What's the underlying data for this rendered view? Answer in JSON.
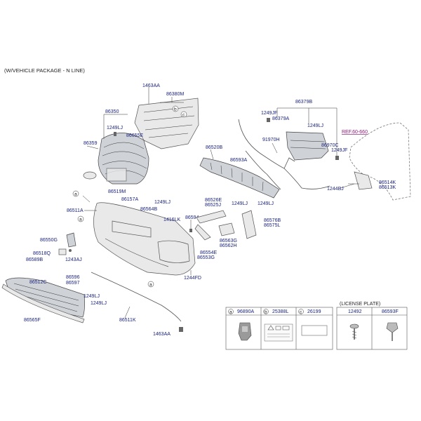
{
  "caption": "(W/VEHICLE PACKAGE - N LINE)",
  "labels": {
    "p1463AA_top": "1463AA",
    "p86380M": "86380M",
    "p86350": "86350",
    "p1249LJ_a": "1249LJ",
    "p86655E": "86655E",
    "p86359": "86359",
    "p86519M": "86519M",
    "p86157A": "86157A",
    "p86511A": "86511A",
    "p86564B": "86564B",
    "p1249LJ_b": "1249LJ",
    "p1416LK": "1416LK",
    "p86550G": "86550G",
    "p86518Q": "86518Q",
    "p86589B": "86589B",
    "p1243AJ": "1243AJ",
    "p86512C": "86512C",
    "p86596": "86596",
    "p86597": "86597",
    "p1249LJ_c": "1249LJ",
    "p1249LJ_d": "1249LJ",
    "p86565F": "86565F",
    "p86511K": "86511K",
    "p1463AA_bot": "1463AA",
    "p86594": "86594",
    "p1244FD": "1244FD",
    "p86526E": "86526E",
    "p86525J": "86525J",
    "p1249LJ_e": "1249LJ",
    "p1249LJ_f": "1249LJ",
    "p86576B": "86576B",
    "p86575L": "86575L",
    "p86563G": "86563G",
    "p86562H": "86562H",
    "p86554E": "86554E",
    "p86553G": "86553G",
    "p86520B": "86520B",
    "p86593A": "86593A",
    "p91970H": "91970H",
    "p1249JF_a": "1249JF",
    "p86379A": "86379A",
    "p86379B": "86379B",
    "p1249LJ_g": "1249LJ",
    "p86970C": "86970C",
    "p1249JF_b": "1249JF",
    "pREF": "REF.60-660",
    "p86514K": "86514K",
    "p86513K": "86513K",
    "p1244BJ": "1244BJ"
  },
  "callouts": {
    "a": "a",
    "b": "b",
    "c": "c"
  },
  "legend_table": {
    "cols": [
      {
        "letter": "a",
        "part": "96890A"
      },
      {
        "letter": "b",
        "part": "25388L"
      },
      {
        "letter": "c",
        "part": "26199"
      }
    ]
  },
  "license_plate": {
    "title": "(LICENSE PLATE)",
    "parts": [
      "12492",
      "86593F"
    ]
  }
}
